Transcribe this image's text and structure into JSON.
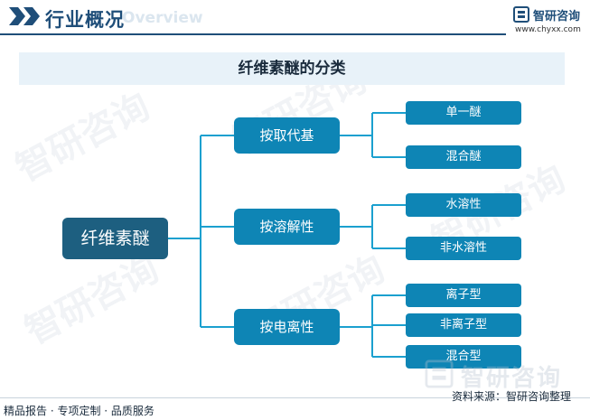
{
  "header": {
    "title": "行业概况",
    "subtitle_en": "Overview",
    "brand_name": "智研咨询",
    "brand_url": "www.chyxx.com"
  },
  "chart": {
    "title": "纤维素醚的分类",
    "root": "纤维素醚",
    "groups": [
      {
        "label": "按取代基",
        "items": [
          "单一醚",
          "混合醚"
        ]
      },
      {
        "label": "按溶解性",
        "items": [
          "水溶性",
          "非水溶性"
        ]
      },
      {
        "label": "按电离性",
        "items": [
          "离子型",
          "非离子型",
          "混合型"
        ]
      }
    ]
  },
  "watermark": {
    "text": "智研咨询"
  },
  "footer": {
    "left": "精品报告 · 专项定制 · 品质服务",
    "source": "资料来源：智研咨询整理"
  },
  "colors": {
    "primary": "#1f4e79",
    "root": "#1d5f80",
    "node": "#0e85b5",
    "line": "#1ba0cf",
    "title_bar": "#e8f2f9"
  }
}
